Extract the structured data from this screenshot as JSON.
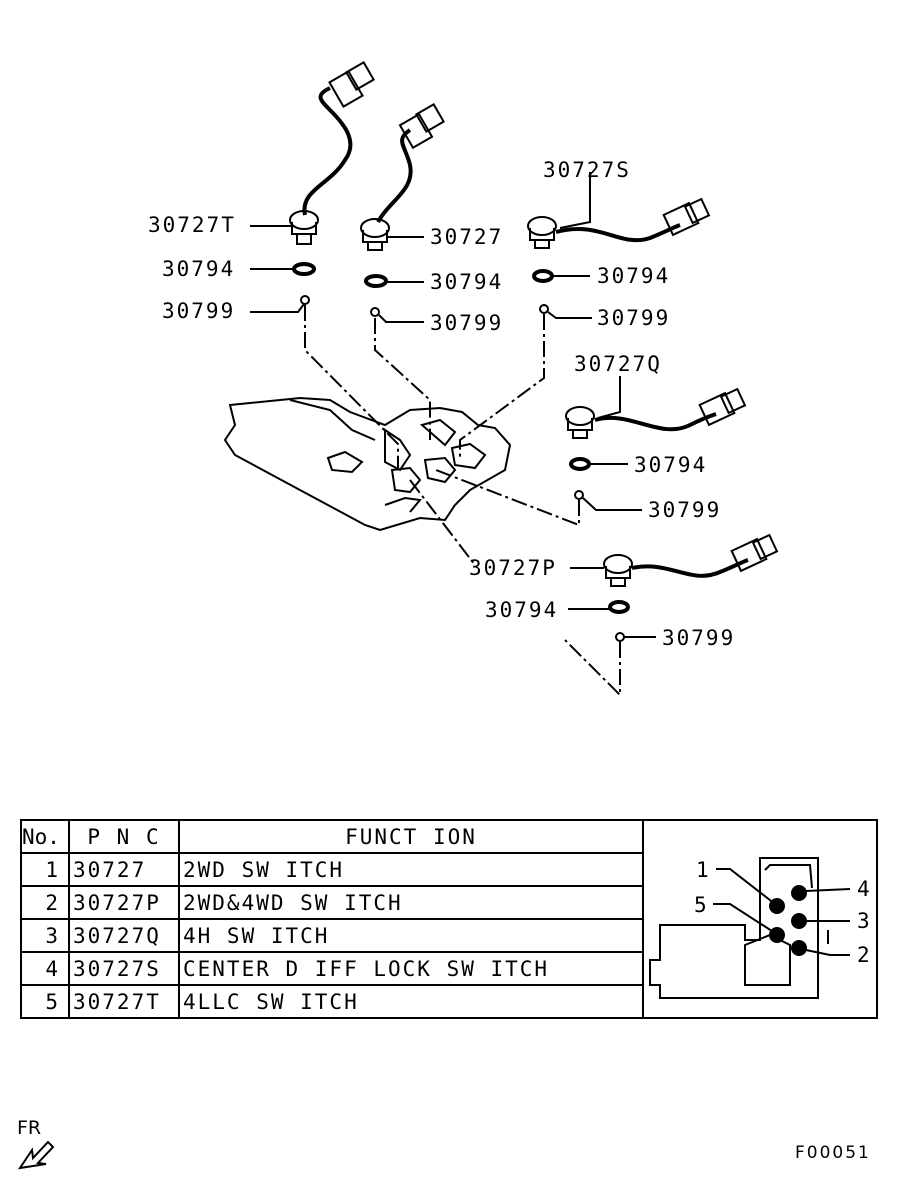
{
  "callouts": {
    "t_switch": "30727T",
    "t_oring": "30794",
    "t_ball": "30799",
    "base_switch": "30727",
    "base_oring": "30794",
    "base_ball": "30799",
    "s_switch": "30727S",
    "s_oring": "30794",
    "s_ball": "30799",
    "q_switch": "30727Q",
    "q_oring": "30794",
    "q_ball": "30799",
    "p_switch": "30727P",
    "p_oring": "30794",
    "p_ball": "30799"
  },
  "table": {
    "headers": {
      "no": "No.",
      "pnc": "P N C",
      "function": "FUNCT ION"
    },
    "rows": [
      {
        "no": "1",
        "pnc": "30727",
        "function": "2WD  SW ITCH"
      },
      {
        "no": "2",
        "pnc": "30727P",
        "function": "2WD&4WD  SW ITCH"
      },
      {
        "no": "3",
        "pnc": "30727Q",
        "function": "4H  SW ITCH"
      },
      {
        "no": "4",
        "pnc": "30727S",
        "function": "CENTER  D IFF  LOCK  SW ITCH"
      },
      {
        "no": "5",
        "pnc": "30727T",
        "function": "4LLC  SW ITCH"
      }
    ]
  },
  "connector": {
    "pins": [
      "1",
      "2",
      "3",
      "4",
      "5"
    ]
  },
  "front_marker": "FR",
  "figure_code": "F00051"
}
